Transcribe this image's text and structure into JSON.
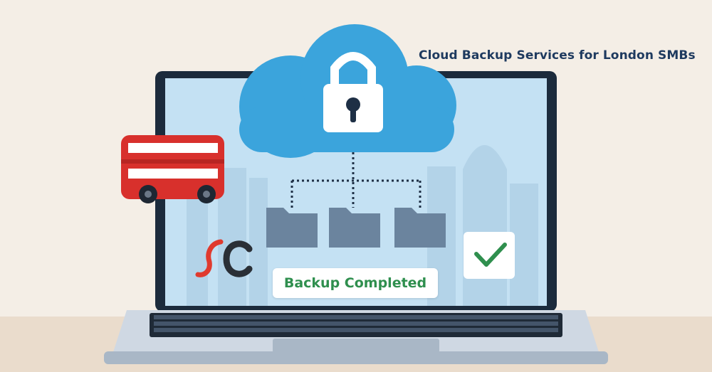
{
  "headline": "Cloud Backup Services for London SMBs",
  "status": {
    "label": "Backup Completed"
  },
  "icons": [
    "cloud-icon",
    "lock-icon",
    "folder-icon",
    "check-icon",
    "bus-icon",
    "brand-logo"
  ],
  "colors": {
    "background": "#f4eee6",
    "cloud": "#3ba4dc",
    "screen": "#c4e1f3",
    "laptop_frame": "#1c2b3c",
    "folder": "#6b849e",
    "success": "#2f8f4e",
    "bus": "#d8302c",
    "headline": "#1e3a5f"
  }
}
